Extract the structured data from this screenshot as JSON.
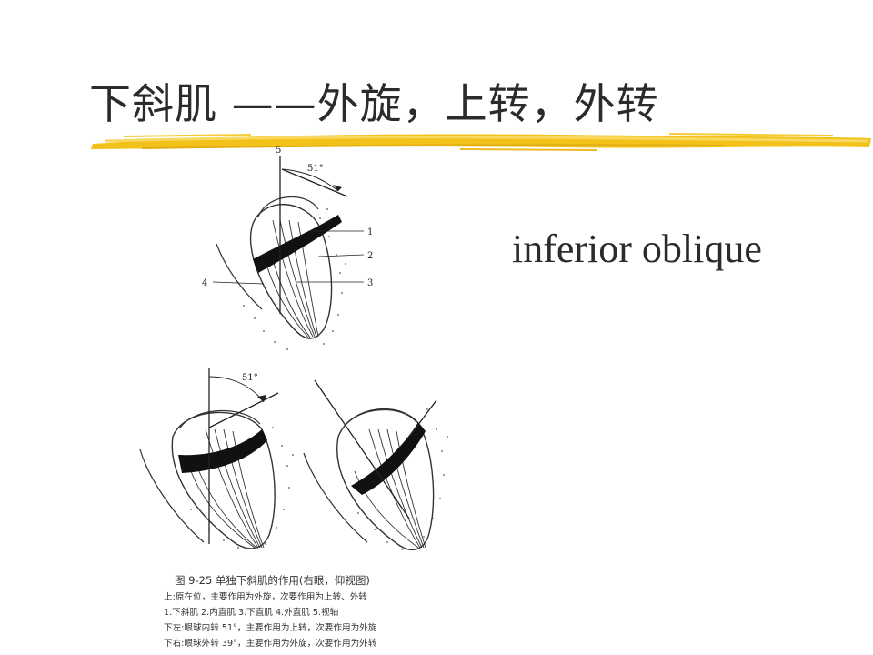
{
  "slide": {
    "title": "下斜肌 ——外旋，上转，外转",
    "subtitle": "inferior oblique"
  },
  "figure": {
    "angle_label_top": "51°",
    "angle_label_bottom": "51°",
    "callouts": [
      "5",
      "1",
      "2",
      "3",
      "4"
    ],
    "caption": {
      "title": "图 9-25    单独下斜肌的作用(右眼，仰视图)",
      "lines": [
        "上:原在位，主要作用为外旋，次要作用为上转、外转",
        "1.下斜肌    2.内直肌    3.下直肌    4.外直肌    5.视轴",
        "下左:眼球内转 51°，主要作用为上转，次要作用为外旋",
        "下右:眼球外转 39°，主要作用为外旋，次要作用为外转"
      ]
    }
  },
  "colors": {
    "text": "#2b2b2b",
    "highlight": "#f2c21a"
  }
}
